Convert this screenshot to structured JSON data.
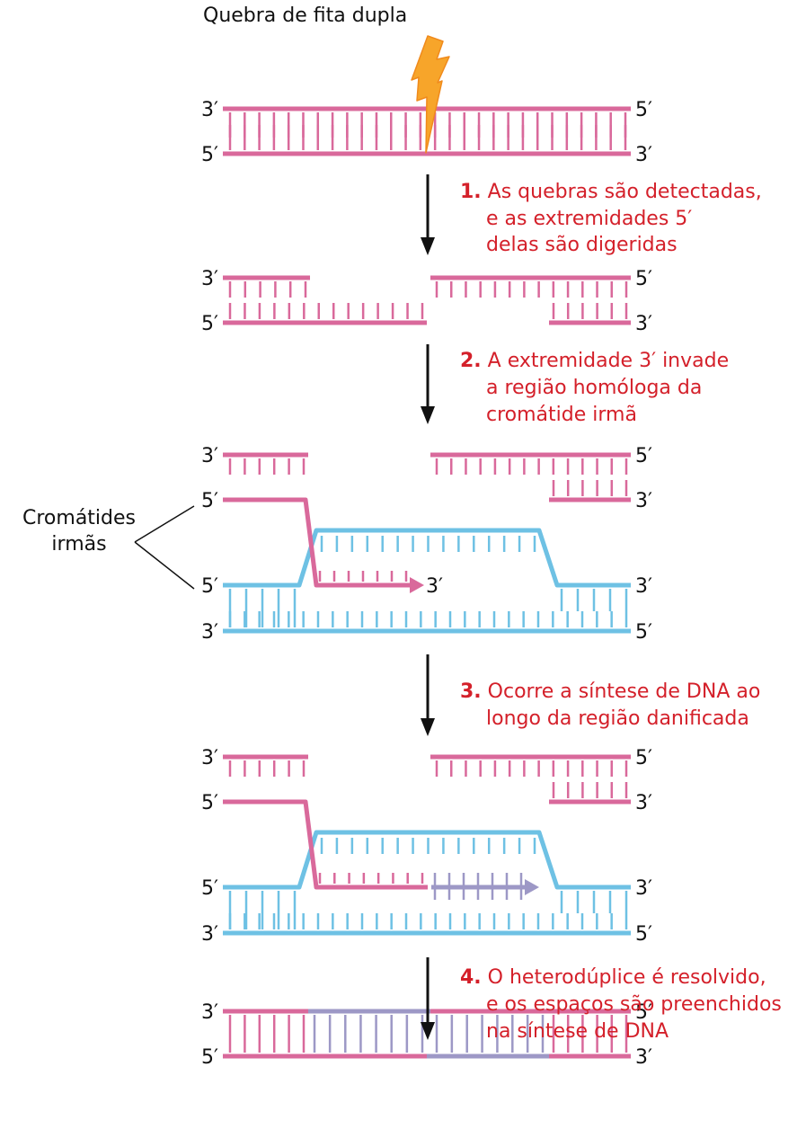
{
  "title": "Quebra de fita dupla",
  "colors": {
    "original_strand": "#d9699b",
    "sister_strand": "#6ec1e4",
    "new_dna": "#9d98c6",
    "step_text": "#d4202a",
    "arrow": "#111111",
    "lightning_fill": "#f7a52a",
    "lightning_stroke": "#f08a1c"
  },
  "icons": {
    "break": "lightning-bolt-icon",
    "step_arrow": "arrow-down-icon"
  },
  "end_labels": {
    "three_prime": "3′",
    "five_prime": "5′"
  },
  "sister_chromatids_label": [
    "Cromátides",
    "irmãs"
  ],
  "steps": [
    {
      "number": "1.",
      "lines": [
        "As quebras são detectadas,",
        "e as extremidades 5′",
        "delas são digeridas"
      ]
    },
    {
      "number": "2.",
      "lines": [
        "A extremidade 3′ invade",
        "a região homóloga da",
        "cromátide irmã"
      ]
    },
    {
      "number": "3.",
      "lines": [
        "Ocorre a síntese de DNA ao",
        "longo da região danificada"
      ]
    },
    {
      "number": "4.",
      "lines": [
        "O heterodúplice é resolvido,",
        "e os espaços são preenchidos",
        "na síntese de DNA"
      ]
    }
  ]
}
